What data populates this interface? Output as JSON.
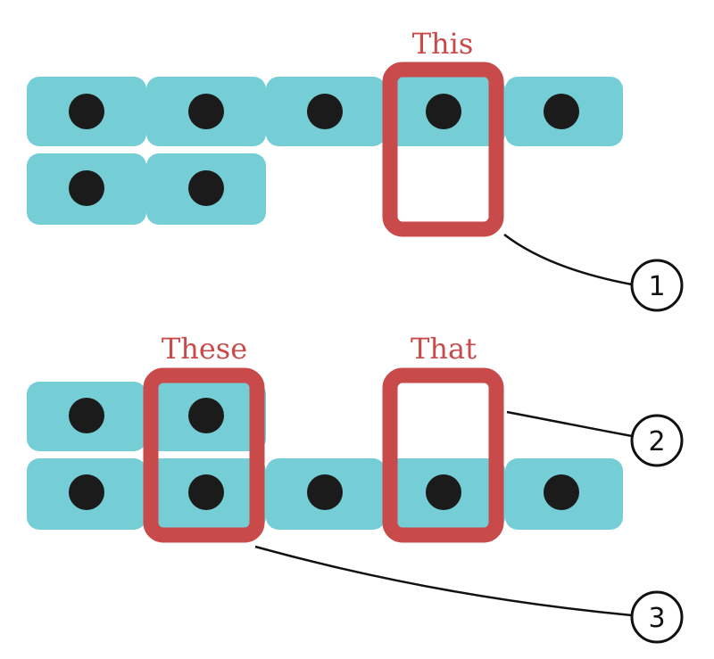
{
  "colors": {
    "cell": "#75cdd5",
    "dot": "#1b1b1b",
    "highlight": "#c94a4a",
    "callout": "#111111"
  },
  "labels": {
    "this": "This",
    "these": "These",
    "that": "That"
  },
  "callouts": {
    "one": "1",
    "two": "2",
    "three": "3"
  }
}
